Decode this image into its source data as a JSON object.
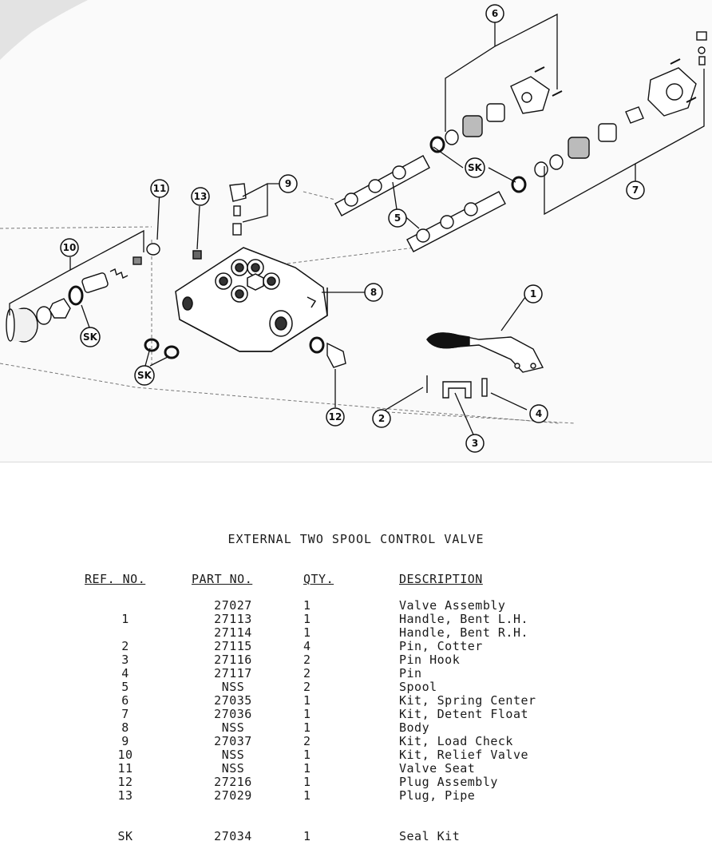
{
  "diagram": {
    "callouts": [
      "1",
      "2",
      "3",
      "4",
      "5",
      "6",
      "7",
      "8",
      "9",
      "10",
      "11",
      "12",
      "13"
    ],
    "seal_kit_label": "SK"
  },
  "document": {
    "title": "EXTERNAL TWO SPOOL CONTROL VALVE"
  },
  "parts_table": {
    "headers": {
      "ref": "REF. NO.",
      "part": "PART NO.",
      "qty": "QTY.",
      "desc": "DESCRIPTION"
    },
    "rows": [
      {
        "ref": "",
        "part": "27027",
        "qty": "1",
        "desc": "Valve Assembly"
      },
      {
        "ref": "1",
        "part": "27113",
        "qty": "1",
        "desc": "Handle, Bent L.H."
      },
      {
        "ref": "",
        "part": "27114",
        "qty": "1",
        "desc": "Handle, Bent R.H."
      },
      {
        "ref": "2",
        "part": "27115",
        "qty": "4",
        "desc": "Pin, Cotter"
      },
      {
        "ref": "3",
        "part": "27116",
        "qty": "2",
        "desc": "Pin Hook"
      },
      {
        "ref": "4",
        "part": "27117",
        "qty": "2",
        "desc": "Pin"
      },
      {
        "ref": "5",
        "part": "NSS",
        "qty": "2",
        "desc": "Spool"
      },
      {
        "ref": "6",
        "part": "27035",
        "qty": "1",
        "desc": "Kit, Spring Center"
      },
      {
        "ref": "7",
        "part": "27036",
        "qty": "1",
        "desc": "Kit, Detent Float"
      },
      {
        "ref": "8",
        "part": "NSS",
        "qty": "1",
        "desc": "Body"
      },
      {
        "ref": "9",
        "part": "27037",
        "qty": "2",
        "desc": "Kit, Load Check"
      },
      {
        "ref": "10",
        "part": "NSS",
        "qty": "1",
        "desc": "Kit, Relief Valve"
      },
      {
        "ref": "11",
        "part": "NSS",
        "qty": "1",
        "desc": "Valve Seat"
      },
      {
        "ref": "12",
        "part": "27216",
        "qty": "1",
        "desc": "Plug Assembly"
      },
      {
        "ref": "13",
        "part": "27029",
        "qty": "1",
        "desc": "Plug, Pipe"
      }
    ],
    "seal_kit_row": {
      "ref": "SK",
      "part": "27034",
      "qty": "1",
      "desc": "Seal Kit"
    }
  }
}
